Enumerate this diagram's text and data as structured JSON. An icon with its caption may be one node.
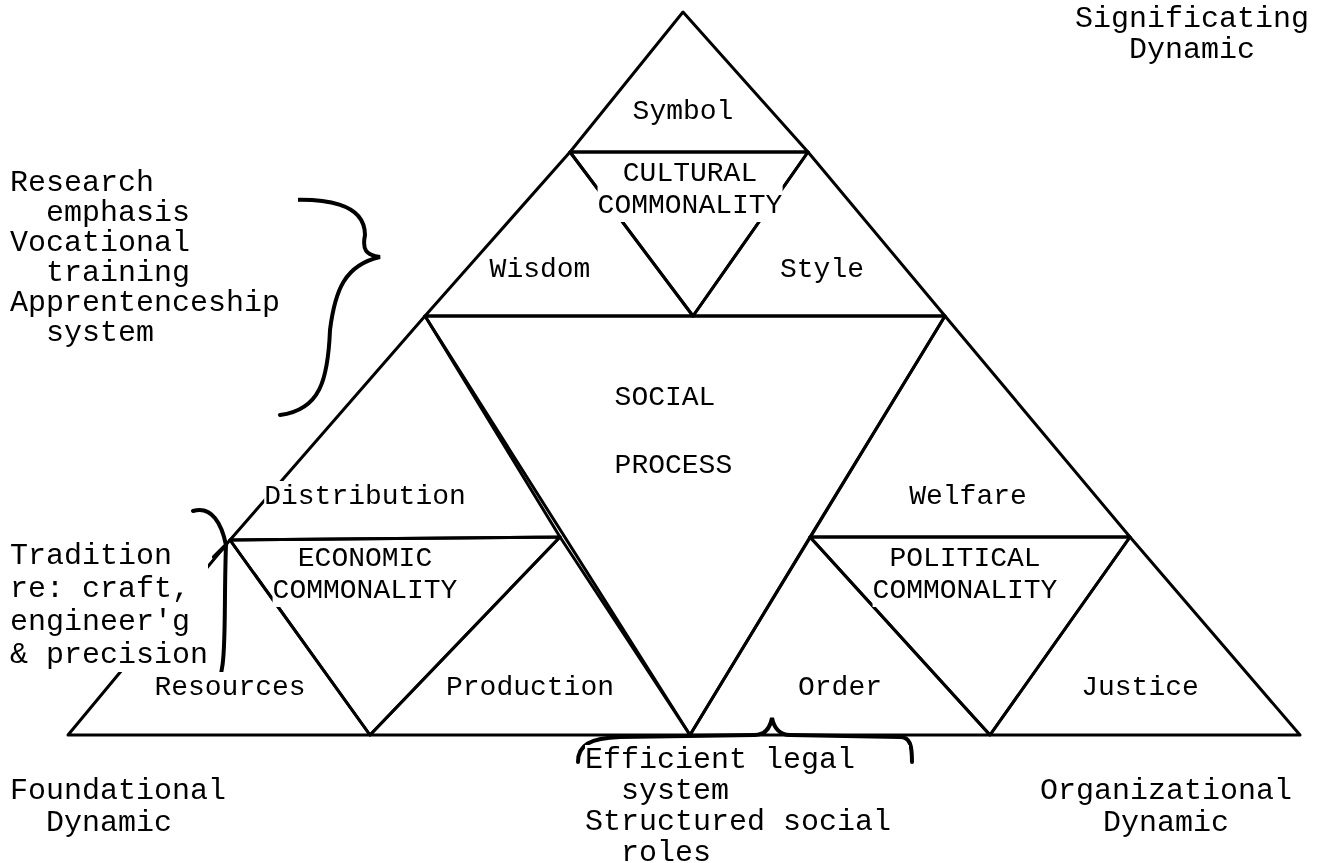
{
  "diagram": {
    "nodes": [
      {
        "text": [
          "Symbol"
        ]
      },
      {
        "text": [
          "CULTURAL COMMONALITY"
        ]
      },
      {
        "text": [
          "Wisdom"
        ]
      },
      {
        "text": [
          "Style"
        ]
      },
      {
        "text": [
          "SOCIAL PROCESS"
        ]
      },
      {
        "text": [
          "Distribution"
        ]
      },
      {
        "text": [
          "ECONOMIC COMMONALITY"
        ]
      },
      {
        "text": [
          "Resources"
        ]
      },
      {
        "text": [
          "Production"
        ]
      },
      {
        "text": [
          "Welfare"
        ]
      },
      {
        "text": [
          "POLITICAL COMMONALITY"
        ]
      },
      {
        "text": [
          "Order"
        ]
      },
      {
        "text": [
          "Justice"
        ]
      }
    ],
    "labels": [
      "Significating Dynamic",
      "Research emphasis",
      "Vocational training",
      "Apprentenceship system",
      "Tradition re: craft, engineer'g & precision",
      "Foundational Dynamic",
      "Efficient legal system",
      "Structured social roles",
      "Organizational Dynamic"
    ]
  }
}
